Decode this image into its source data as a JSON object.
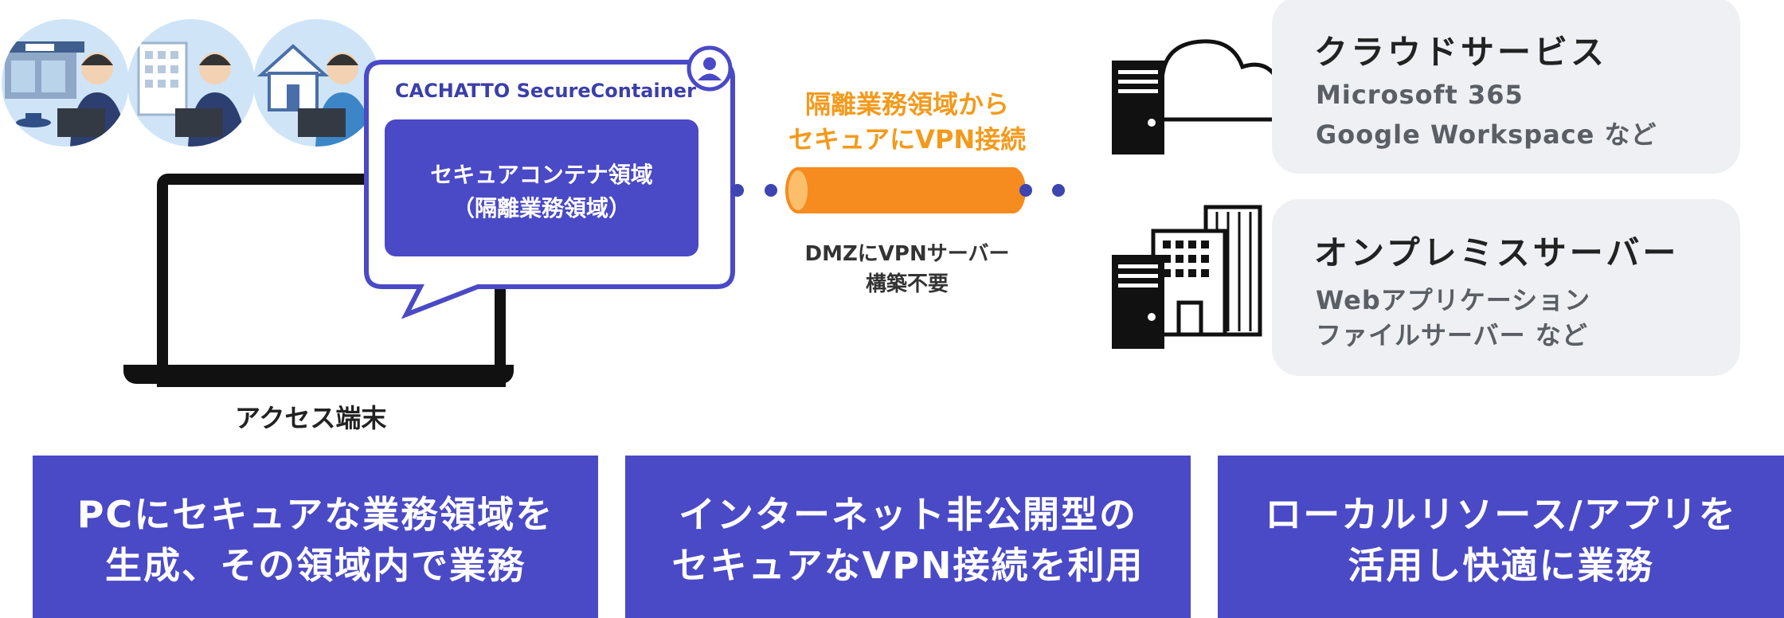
{
  "bubble": {
    "title": "CACHATTO SecureContainer",
    "inner_line1": "セキュアコンテナ領域",
    "inner_line2": "（隔離業務領域）"
  },
  "connection": {
    "line1": "隔離業務領域から",
    "line2": "セキュアにVPN接続",
    "dmz_line1": "DMZにVPNサーバー",
    "dmz_line2": "構築不要"
  },
  "terminal_label": "アクセス端末",
  "cards": [
    {
      "title": "クラウドサービス",
      "sub1": "Microsoft 365",
      "sub2": "Google Workspace など"
    },
    {
      "title": "オンプレミスサーバー",
      "sub1": "Webアプリケーション",
      "sub2": "ファイルサーバー など"
    }
  ],
  "banners": [
    {
      "line1": "PCにセキュアな業務領域を",
      "line2": "生成、その領域内で業務"
    },
    {
      "line1": "インターネット非公開型の",
      "line2": "セキュアなVPN接続を利用"
    },
    {
      "line1": "ローカルリソース/アプリを",
      "line2": "活用し快適に業務"
    }
  ],
  "colors": {
    "accent_blue": "#4a49c6",
    "orange": "#f39a1c",
    "card_bg": "#eef0f3"
  },
  "icons": [
    "cafe-icon",
    "office-building-icon",
    "house-icon",
    "person-icon",
    "cloud-icon",
    "server-icon",
    "building-icon"
  ]
}
